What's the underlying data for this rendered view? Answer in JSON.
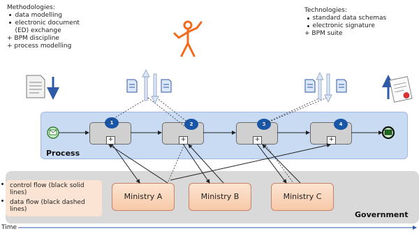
{
  "methodologies": {
    "heading": "Methodologies:",
    "lines": [
      "    data modelling",
      "    electronic document",
      "    (ED) exchange",
      "+ BPM discipline",
      "+ process modelling"
    ]
  },
  "technologies": {
    "heading": "Technologies:",
    "lines": [
      "    standard data schemas",
      "    electronic signature",
      "+ BPM suite"
    ]
  },
  "process": {
    "label": "Process",
    "steps": [
      "1",
      "2",
      "3",
      "4"
    ],
    "subprocess_marker": "+"
  },
  "government": {
    "label": "Government",
    "ministries": [
      "Ministry A",
      "Ministry B",
      "Ministry C"
    ]
  },
  "legend": {
    "control_flow": "control flow (black solid\nlines)",
    "data_flow": "data flow (black dashed\nlines)"
  },
  "timeline": {
    "label": "Time"
  },
  "colors": {
    "process_band": "#c9daf3",
    "government_band": "#d9d9d9",
    "step_number": "#1a56a8",
    "ministry_fill": "#f7c9a8",
    "person_icon": "#f26a1b",
    "flow_arrow": "#2e5aa8"
  },
  "icons": [
    "document-icon",
    "person-icon",
    "certificate-icon",
    "envelope-start-icon",
    "envelope-end-icon"
  ]
}
